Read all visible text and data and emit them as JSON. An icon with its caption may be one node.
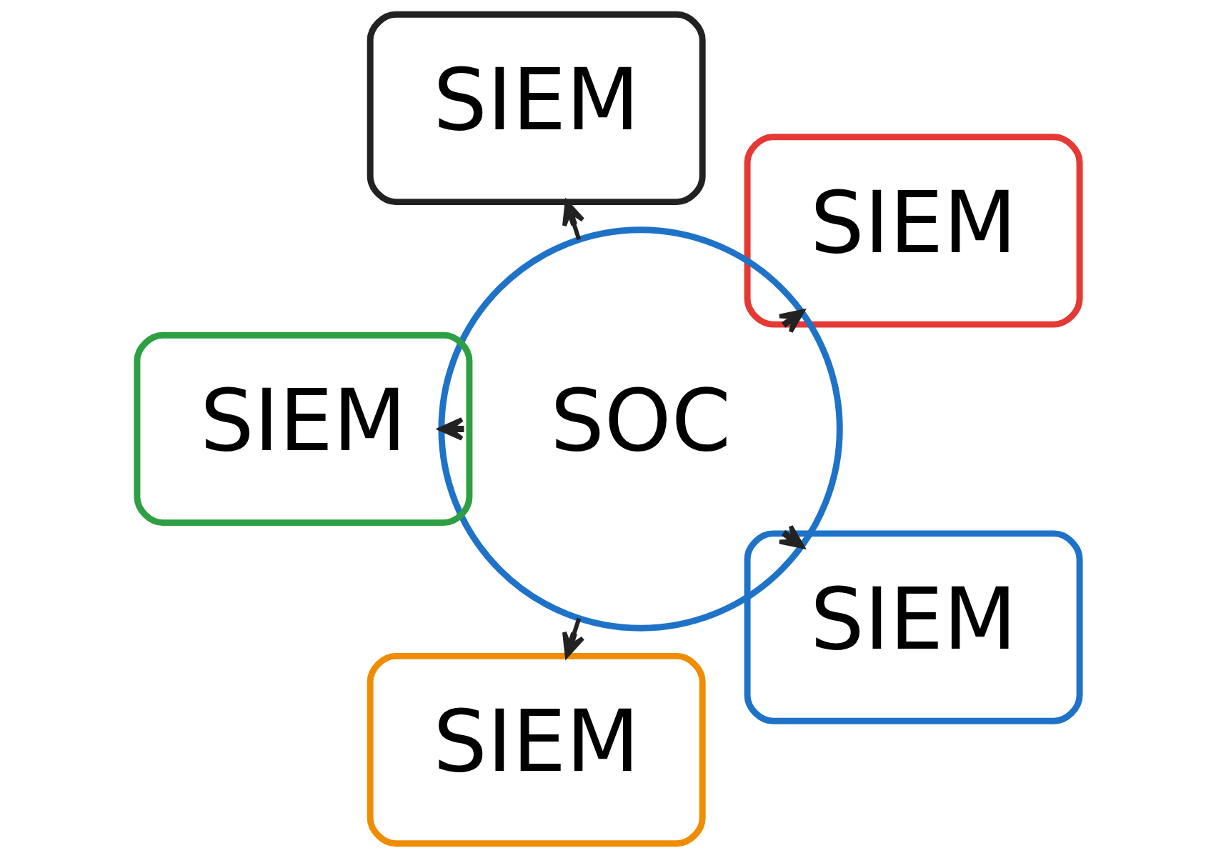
{
  "diagram": {
    "nodes": [
      {
        "text": [
          "SIEM"
        ]
      },
      {
        "text": [
          "SIEM"
        ]
      },
      {
        "text": [
          "SOC"
        ]
      },
      {
        "text": [
          "SIEM"
        ]
      },
      {
        "text": [
          "SIEM"
        ]
      },
      {
        "text": [
          "SIEM"
        ]
      }
    ],
    "edges": [
      {
        "from": 2,
        "to": 0,
        "arrow": "to"
      },
      {
        "from": 2,
        "to": 1,
        "arrow": "to"
      },
      {
        "from": 2,
        "to": 3,
        "arrow": "to"
      },
      {
        "from": 2,
        "to": 4,
        "arrow": "to"
      },
      {
        "from": 2,
        "to": 5,
        "arrow": "to"
      }
    ]
  }
}
